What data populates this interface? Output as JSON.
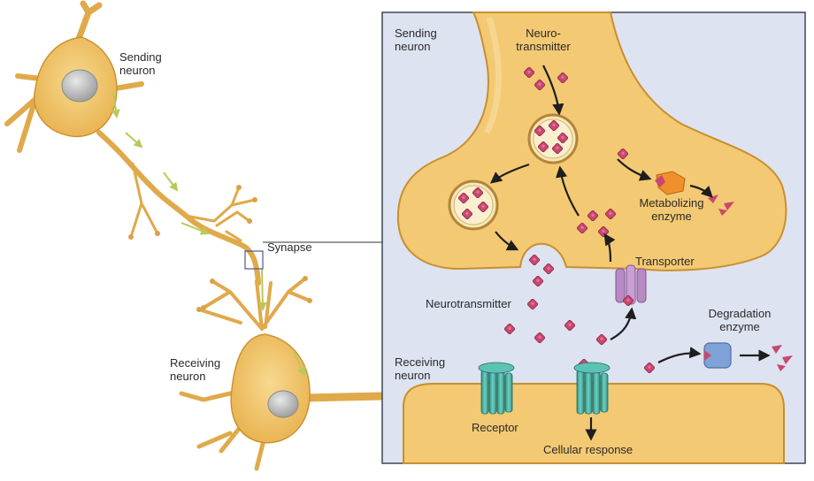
{
  "left_panel": {
    "sending_neuron_label": "Sending\nneuron",
    "synapse_label": "Synapse",
    "receiving_neuron_label": "Receiving\nneuron"
  },
  "detail_panel": {
    "sending_neuron_label": "Sending\nneuron",
    "receiving_neuron_label": "Receiving\nneuron",
    "neurotransmitter_top_label": "Neuro-\ntransmitter",
    "metabolizing_enzyme_label": "Metabolizing\nenzyme",
    "transporter_label": "Transporter",
    "neurotransmitter_cleft_label": "Neurotransmitter",
    "degradation_enzyme_label": "Degradation\nenzyme",
    "receptor_label": "Receptor",
    "cellular_response_label": "Cellular response"
  },
  "colors": {
    "cell_fill": "#f3c973",
    "cell_outline": "#c98f2e",
    "panel_bg": "#dde3f0",
    "panel_border": "#3e4456",
    "neurotransmitter": "#c9486f",
    "receptor": "#3aa79a",
    "transporter": "#b98ac4",
    "metabolizing_enzyme": "#f0902a",
    "degradation_enzyme": "#7fa3d6",
    "signal_arrow": "#b9c95a"
  }
}
